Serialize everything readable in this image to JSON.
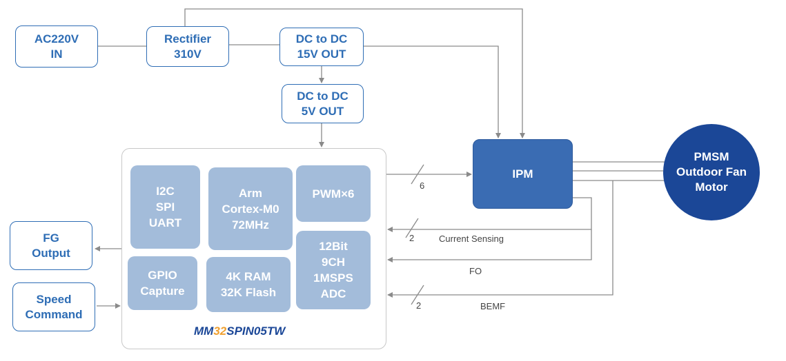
{
  "boxes": {
    "ac": [
      "AC220V",
      "IN"
    ],
    "rectifier": [
      "Rectifier",
      "310V"
    ],
    "dc15": [
      "DC to DC",
      "15V OUT"
    ],
    "dc5": [
      "DC to DC",
      "5V OUT"
    ],
    "fg": [
      "FG",
      "Output"
    ],
    "speed": [
      "Speed",
      "Command"
    ]
  },
  "mcu": {
    "name_prefix": "MM",
    "name_num": "32",
    "name_suffix": "SPIN05TW",
    "blocks": {
      "comm": [
        "I2C",
        "SPI",
        "UART"
      ],
      "core": [
        "Arm",
        "Cortex-M0",
        "72MHz"
      ],
      "pwm": [
        "PWM×6"
      ],
      "gpio": [
        "GPIO",
        "Capture"
      ],
      "mem": [
        "4K RAM",
        "32K Flash"
      ],
      "adc": [
        "12Bit",
        "9CH",
        "1MSPS",
        "ADC"
      ]
    }
  },
  "ipm": "IPM",
  "motor": [
    "PMSM",
    "Outdoor Fan",
    "Motor"
  ],
  "signals": {
    "pwm_count": "6",
    "current_count": "2",
    "current_label": "Current Sensing",
    "fo_label": "FO",
    "bemf_count": "2",
    "bemf_label": "BEMF"
  },
  "colors": {
    "accent": "#2e6db5",
    "block": "#a3bcda",
    "ipm": "#3a6cb3",
    "motor": "#1b4797",
    "chip_number": "#f0a030",
    "wire": "#8a8a8a"
  }
}
